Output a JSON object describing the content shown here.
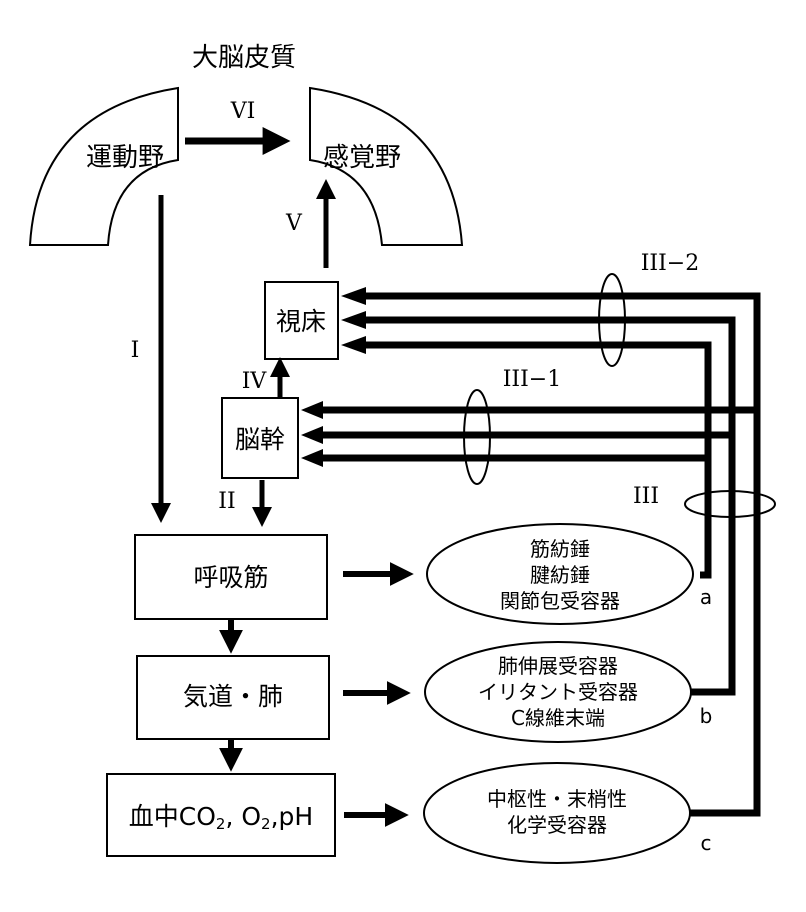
{
  "cortex": {
    "title": "大脳皮質",
    "motor_area": "運動野",
    "sensory_area": "感覚野"
  },
  "nodes": {
    "thalamus": "視床",
    "brainstem": "脳幹",
    "respiratory_muscles": "呼吸筋",
    "airway_lung": "気道・肺",
    "blood": {
      "prefix": "血中",
      "co2": "CO",
      "co2_sub": "2",
      "sep": ", O",
      "o2_sub": "2",
      "ph": ",pH"
    }
  },
  "receptors": {
    "a": {
      "lines": [
        "筋紡錘",
        "腱紡錘",
        "関節包受容器"
      ],
      "tag": "a"
    },
    "b": {
      "lines": [
        "肺伸展受容器",
        "イリタント受容器",
        "C線維末端"
      ],
      "tag": "b"
    },
    "c": {
      "lines": [
        "中枢性・末梢性",
        "化学受容器"
      ],
      "tag": "c"
    }
  },
  "pathways": {
    "I": "I",
    "II": "II",
    "III": "III",
    "III_1": "III−1",
    "III_2": "III−2",
    "IV": "IV",
    "V": "V",
    "VI": "VI"
  }
}
